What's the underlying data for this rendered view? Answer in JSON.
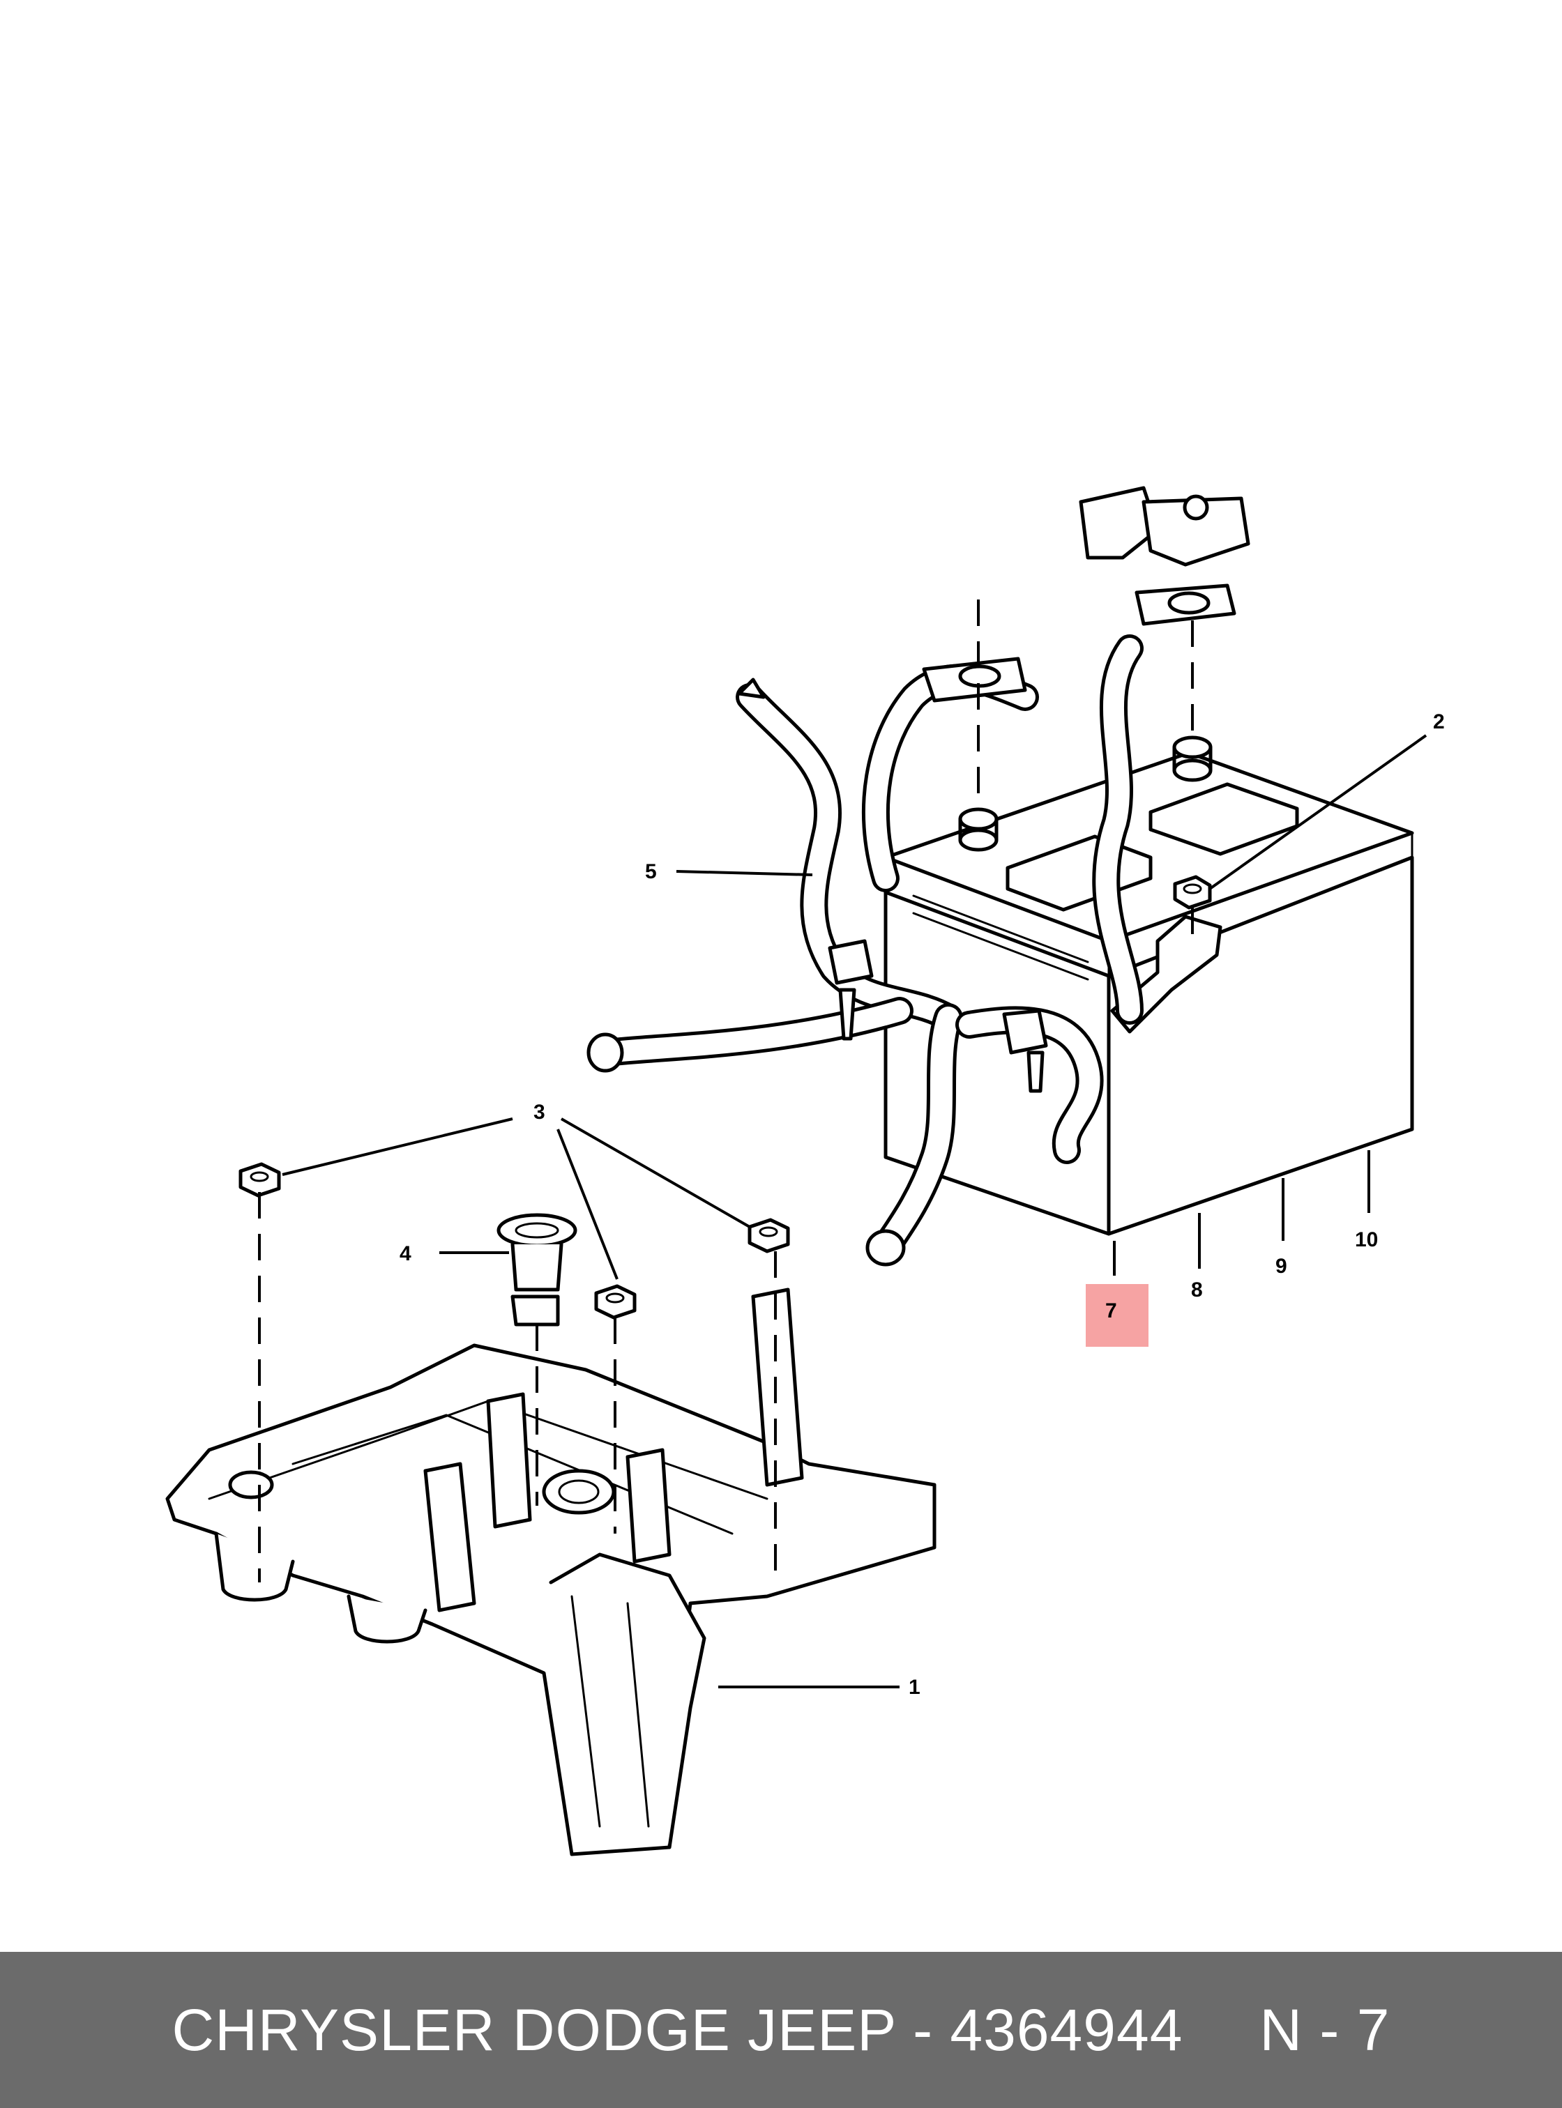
{
  "diagram": {
    "callouts": [
      "1",
      "2",
      "3",
      "4",
      "5",
      "7",
      "8",
      "9",
      "10"
    ],
    "highlighted_callout": "7",
    "highlight_color": "#f6a3a3"
  },
  "footer": {
    "part_text": "CHRYSLER DODGE JEEP - 4364944",
    "page_ref": "N - 7",
    "background_color": "#6b6b6b"
  }
}
